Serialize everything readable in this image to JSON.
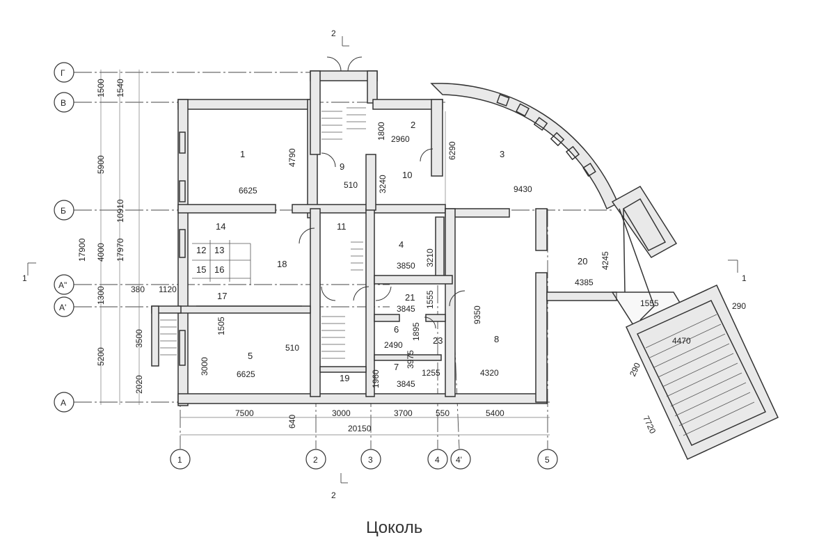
{
  "title": "Цоколь",
  "grid_rows": [
    "Г",
    "В",
    "Б",
    "А\"",
    "А'",
    "А"
  ],
  "grid_cols": [
    "1",
    "2",
    "3",
    "4",
    "4'",
    "5"
  ],
  "section_marks": [
    "1",
    "1",
    "2",
    "2"
  ],
  "rooms": [
    "1",
    "2",
    "3",
    "4",
    "5",
    "6",
    "7",
    "8",
    "9",
    "10",
    "11",
    "12",
    "13",
    "14",
    "15",
    "16",
    "17",
    "18",
    "19",
    "20",
    "21",
    "23"
  ],
  "dims_left": [
    "1500",
    "1540",
    "5900",
    "10910",
    "17900",
    "4000",
    "17970",
    "1300",
    "3500",
    "5200",
    "2020"
  ],
  "dims_bottom": [
    "7500",
    "640",
    "3000",
    "3700",
    "550",
    "5400",
    "20150"
  ],
  "dims_inner": [
    "4790",
    "6625",
    "1800",
    "2960",
    "6290",
    "9430",
    "510",
    "3240",
    "3210",
    "3850",
    "4245",
    "4385",
    "380",
    "1120",
    "1505",
    "510",
    "3000",
    "6625",
    "1555",
    "3845",
    "9350",
    "1895",
    "2490",
    "3975",
    "1960",
    "3845",
    "1255",
    "4320",
    "1555",
    "4470",
    "290",
    "290",
    "7720"
  ]
}
